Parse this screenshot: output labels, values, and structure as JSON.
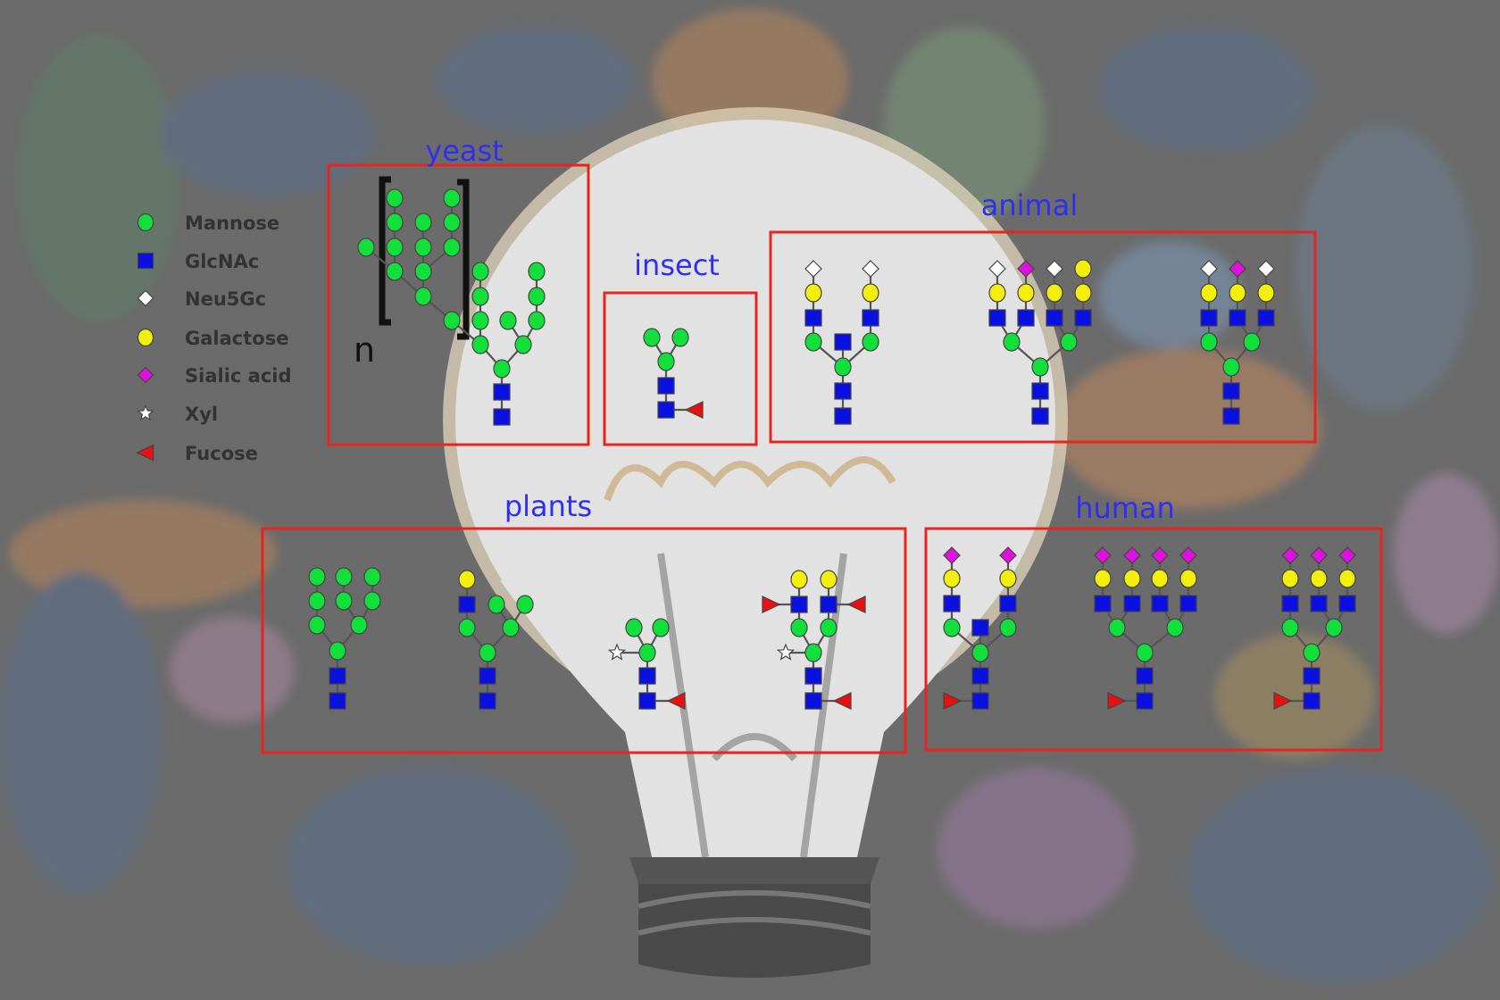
{
  "colors": {
    "mannose": "#11e03a",
    "glcnac": "#0a10e0",
    "neu5gc": "#ffffff",
    "galactose": "#f2ef0a",
    "sialic": "#e010e0",
    "xyl": "#ffffff",
    "fucose": "#e81010",
    "box": "#e8241f",
    "label": "#2f2ff0"
  },
  "legend": [
    {
      "label": "Mannose",
      "icon": "green-circle"
    },
    {
      "label": "GlcNAc",
      "icon": "blue-square"
    },
    {
      "label": "Neu5Gc",
      "icon": "white-diamond"
    },
    {
      "label": "Galactose",
      "icon": "yellow-circle"
    },
    {
      "label": "Sialic acid",
      "icon": "magenta-diamond"
    },
    {
      "label": "Xyl",
      "icon": "star"
    },
    {
      "label": "Fucose",
      "icon": "red-triangle"
    }
  ],
  "groups": {
    "yeast": "yeast",
    "insect": "insect",
    "animal": "animal",
    "plants": "plants",
    "human": "human"
  },
  "yeast_repeat_label": "n"
}
